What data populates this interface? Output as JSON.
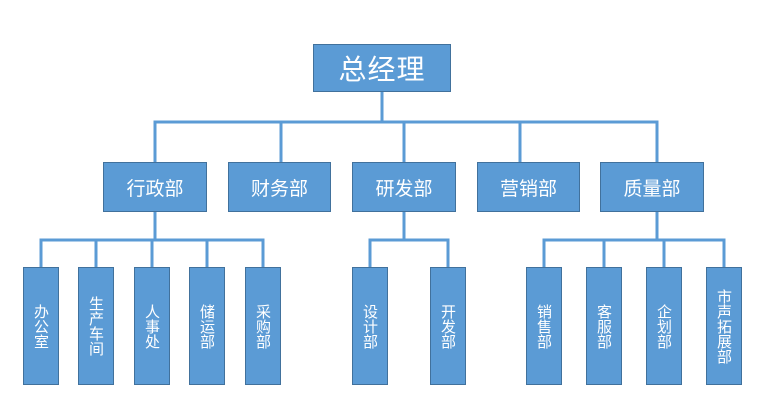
{
  "root": {
    "label": "总经理"
  },
  "departments": [
    {
      "label": "行政部",
      "children": [
        "办公室",
        "生产车间",
        "人事处",
        "储运部",
        "采购部"
      ]
    },
    {
      "label": "财务部",
      "children": []
    },
    {
      "label": "研发部",
      "children": [
        "设计部",
        "开发部"
      ]
    },
    {
      "label": "营销部",
      "children": []
    },
    {
      "label": "质量部",
      "children": [
        "销售部",
        "客服部",
        "企划部",
        "市声拓展部"
      ]
    }
  ],
  "colors": {
    "box_fill": "#5b9bd5",
    "box_border": "#41719c",
    "line": "#5b9bd5",
    "text": "#ffffff"
  }
}
